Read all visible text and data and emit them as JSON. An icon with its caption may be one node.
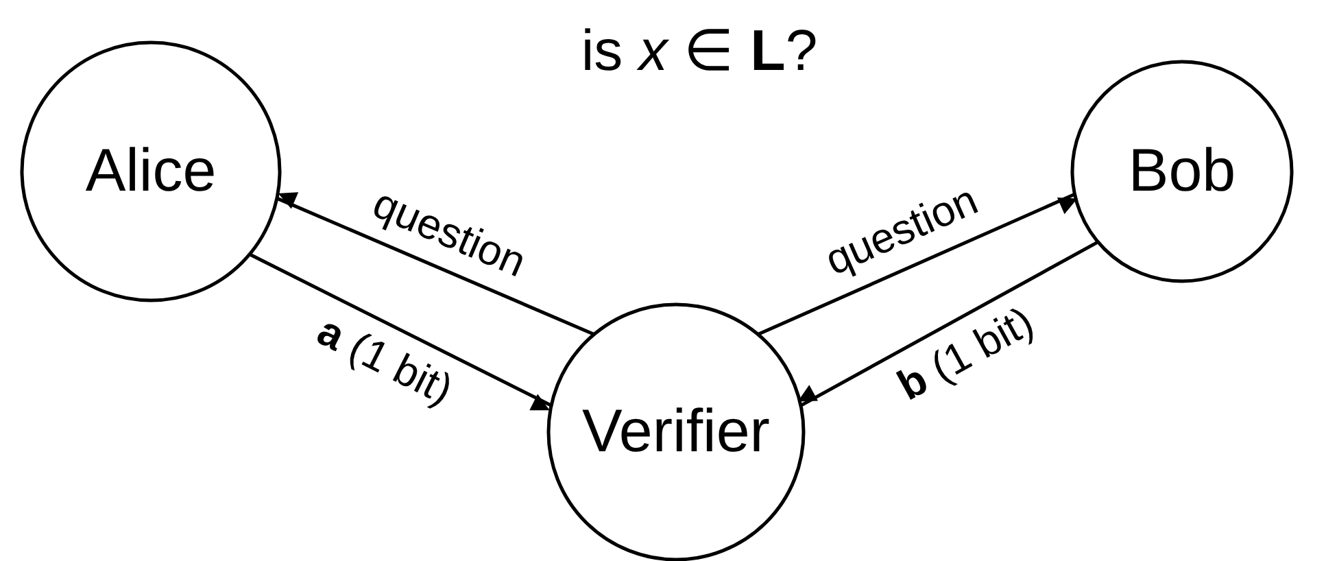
{
  "diagram": {
    "title": "is *x* ∈ **L**?",
    "nodes": [
      {
        "text": [
          "Alice"
        ]
      },
      {
        "text": [
          "Bob"
        ]
      },
      {
        "text": [
          "Verifier"
        ]
      }
    ],
    "edges": [
      {
        "from": 2,
        "to": 0,
        "arrow": "to",
        "label": "question"
      },
      {
        "from": 0,
        "to": 2,
        "arrow": "to",
        "label": "**a** (1 bit)"
      },
      {
        "from": 2,
        "to": 1,
        "arrow": "to",
        "label": "question"
      },
      {
        "from": 1,
        "to": 2,
        "arrow": "to",
        "label": "**b** (1 bit)"
      }
    ]
  }
}
